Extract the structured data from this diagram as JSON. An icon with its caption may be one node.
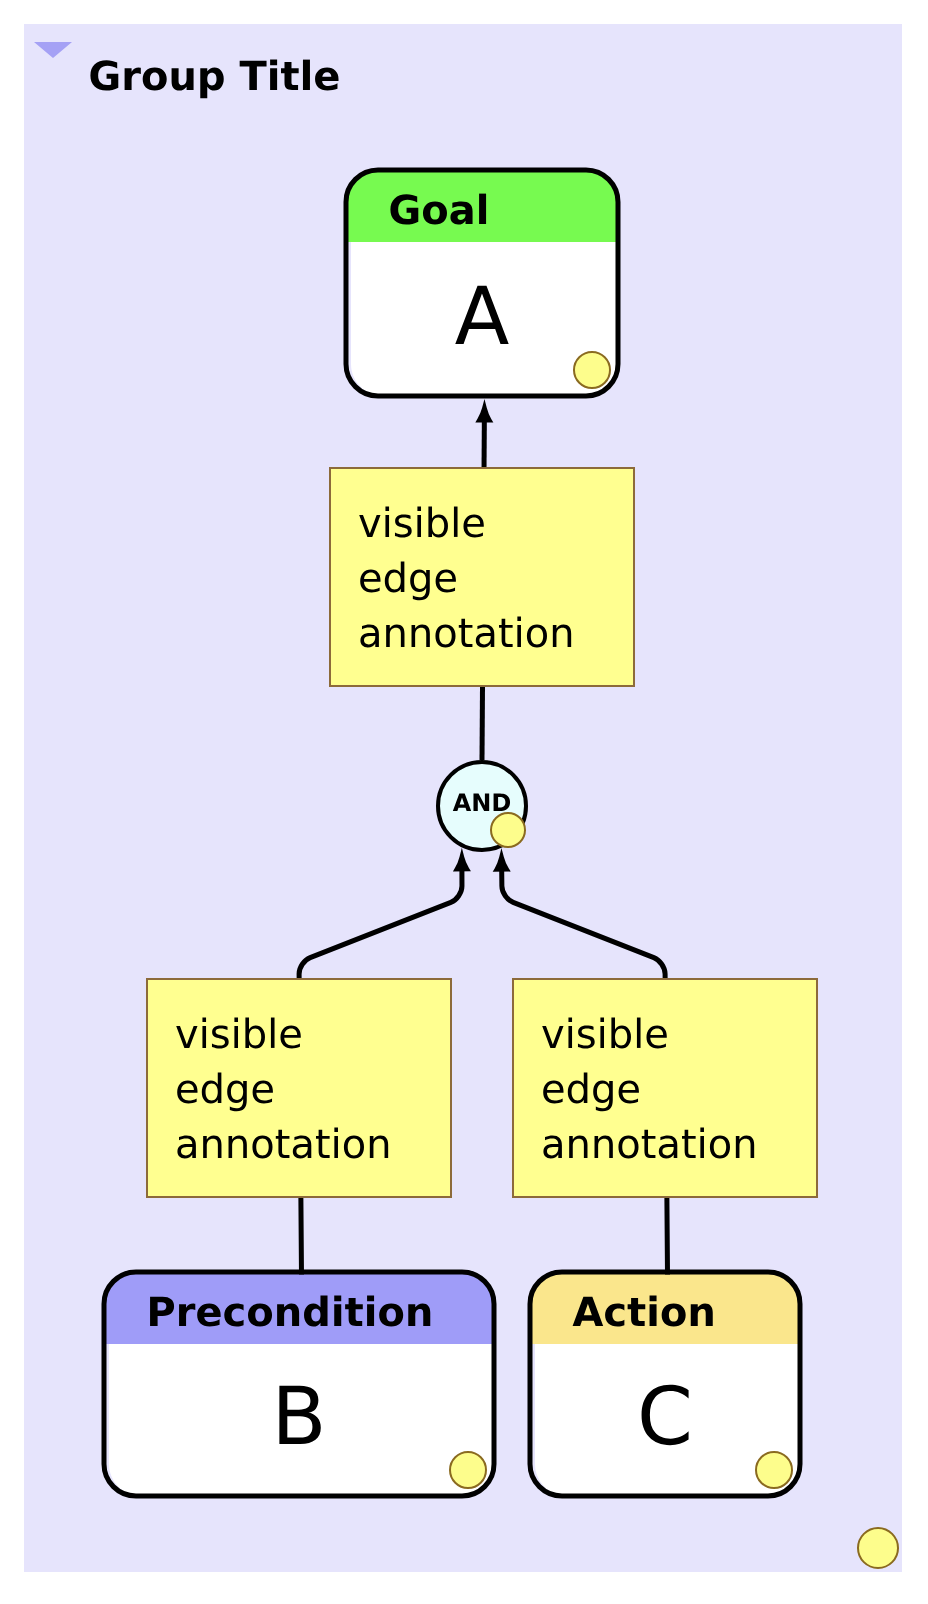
{
  "diagram": {
    "nodes": [
      {
        "text": [
          "Group Title"
        ]
      },
      {
        "text": [
          "Goal",
          "A"
        ],
        "in": 0
      },
      {
        "text": [
          "AND"
        ],
        "in": 0
      },
      {
        "text": [
          "Precondition",
          "B"
        ],
        "in": 0
      },
      {
        "text": [
          "Action",
          "C"
        ],
        "in": 0
      }
    ],
    "edges": [
      {
        "from": 2,
        "to": 1,
        "arrow": "to",
        "label": "visible edge annotation"
      },
      {
        "from": 3,
        "to": 2,
        "arrow": "to",
        "label": "visible edge annotation"
      },
      {
        "from": 4,
        "to": 2,
        "arrow": "to",
        "label": "visible edge annotation"
      }
    ]
  }
}
